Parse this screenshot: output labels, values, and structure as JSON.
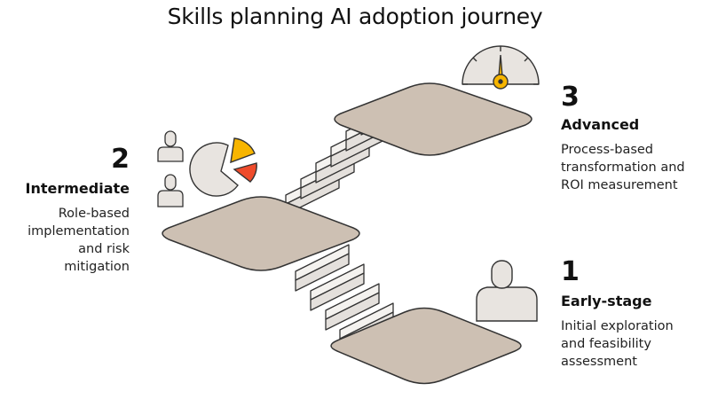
{
  "title": "Skills planning AI adoption journey",
  "colors": {
    "platform": "#cdc0b3",
    "outline": "#333333",
    "step_top": "#f4f2ef",
    "step_front": "#e4e0dc",
    "icon_fill": "#e8e4e0",
    "accent_yellow": "#f7b500",
    "accent_red": "#ef4b2b"
  },
  "stages": [
    {
      "number": "1",
      "name": "Early-stage",
      "description": [
        "Initial exploration",
        "and feasibility",
        "assessment"
      ],
      "icon": "person-icon"
    },
    {
      "number": "2",
      "name": "Intermediate",
      "description": [
        "Role-based",
        "implementation",
        "and risk",
        "mitigation"
      ],
      "icon": "pie-chart-icon"
    },
    {
      "number": "3",
      "name": "Advanced",
      "description": [
        "Process-based",
        "transformation and",
        "ROI measurement"
      ],
      "icon": "gauge-icon"
    }
  ]
}
